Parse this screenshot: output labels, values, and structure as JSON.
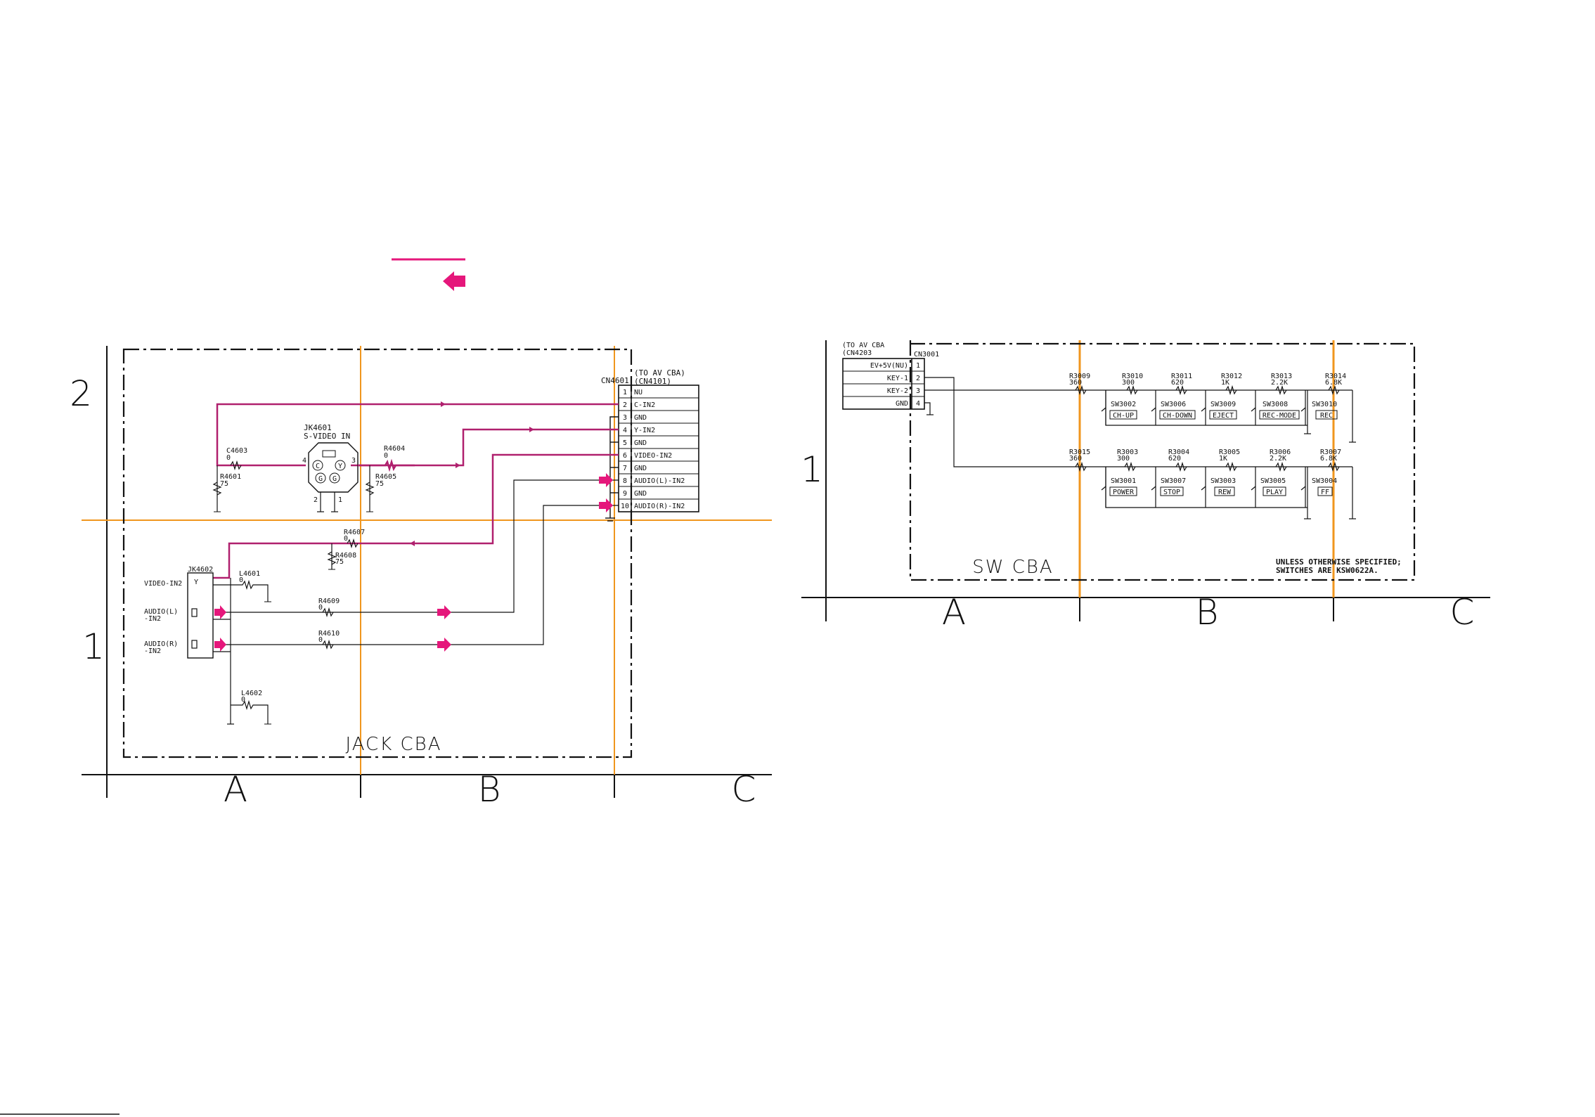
{
  "legend": {
    "signal_line": "",
    "signal_arrow": ""
  },
  "jack_cba": {
    "title": "JACK CBA",
    "rows": [
      "2",
      "1"
    ],
    "cols": [
      "A",
      "B",
      "C"
    ],
    "connector": {
      "ref": "CN4601",
      "dest_line1": "(TO AV CBA)",
      "dest_line2": "(CN4101)",
      "pins": [
        {
          "num": "1",
          "name": "NU"
        },
        {
          "num": "2",
          "name": "C-IN2"
        },
        {
          "num": "3",
          "name": "GND"
        },
        {
          "num": "4",
          "name": "Y-IN2"
        },
        {
          "num": "5",
          "name": "GND"
        },
        {
          "num": "6",
          "name": "VIDEO-IN2"
        },
        {
          "num": "7",
          "name": "GND"
        },
        {
          "num": "8",
          "name": "AUDIO(L)-IN2"
        },
        {
          "num": "9",
          "name": "GND"
        },
        {
          "num": "10",
          "name": "AUDIO(R)-IN2"
        }
      ]
    },
    "svideo": {
      "ref": "JK4601",
      "name": "S-VIDEO IN",
      "pin_c": "C",
      "pin_y": "Y",
      "pin_g1": "G",
      "pin_g2": "G",
      "p2": "2",
      "p1": "1",
      "p3": "3",
      "p4": "4"
    },
    "jk4602": {
      "ref": "JK4602",
      "video": "VIDEO-IN2",
      "audio_l_1": "AUDIO(L)",
      "audio_l_2": "-IN2",
      "audio_r_1": "AUDIO(R)",
      "audio_r_2": "-IN2",
      "jy": "Y"
    },
    "parts": {
      "c4603": {
        "ref": "C4603",
        "val": "0"
      },
      "r4601": {
        "ref": "R4601",
        "val": "75"
      },
      "r4604": {
        "ref": "R4604",
        "val": "0"
      },
      "r4605": {
        "ref": "R4605",
        "val": "75"
      },
      "r4607": {
        "ref": "R4607",
        "val": "0"
      },
      "r4608": {
        "ref": "R4608",
        "val": "75"
      },
      "l4601": {
        "ref": "L4601",
        "val": "0"
      },
      "r4609": {
        "ref": "R4609",
        "val": "0"
      },
      "r4610": {
        "ref": "R4610",
        "val": "0"
      },
      "l4602": {
        "ref": "L4602",
        "val": "0"
      }
    }
  },
  "sw_cba": {
    "title": "SW CBA",
    "rows": [
      "1"
    ],
    "cols": [
      "A",
      "B",
      "C"
    ],
    "connector": {
      "ref": "CN3001",
      "dest_line1": "(TO AV CBA",
      "dest_line2": "(CN4203",
      "pins": [
        {
          "num": "1",
          "name": "EV+5V(NU)"
        },
        {
          "num": "2",
          "name": "KEY-1"
        },
        {
          "num": "3",
          "name": "KEY-2"
        },
        {
          "num": "4",
          "name": "GND"
        }
      ]
    },
    "row1_resistors": [
      {
        "ref": "R3009",
        "val": "360"
      },
      {
        "ref": "R3010",
        "val": "300"
      },
      {
        "ref": "R3011",
        "val": "620"
      },
      {
        "ref": "R3012",
        "val": "1K"
      },
      {
        "ref": "R3013",
        "val": "2.2K"
      },
      {
        "ref": "R3014",
        "val": "6.8K"
      }
    ],
    "row1_switches": [
      {
        "ref": "SW3002",
        "label": "CH-UP"
      },
      {
        "ref": "SW3006",
        "label": "CH-DOWN"
      },
      {
        "ref": "SW3009",
        "label": "EJECT"
      },
      {
        "ref": "SW3008",
        "label": "REC-MODE"
      },
      {
        "ref": "SW3010",
        "label": "REC"
      }
    ],
    "row2_resistors": [
      {
        "ref": "R3015",
        "val": "360"
      },
      {
        "ref": "R3003",
        "val": "300"
      },
      {
        "ref": "R3004",
        "val": "620"
      },
      {
        "ref": "R3005",
        "val": "1K"
      },
      {
        "ref": "R3006",
        "val": "2.2K"
      },
      {
        "ref": "R3007",
        "val": "6.8K"
      }
    ],
    "row2_switches": [
      {
        "ref": "SW3001",
        "label": "POWER"
      },
      {
        "ref": "SW3007",
        "label": "STOP"
      },
      {
        "ref": "SW3003",
        "label": "REW"
      },
      {
        "ref": "SW3005",
        "label": "PLAY"
      },
      {
        "ref": "SW3004",
        "label": "FF"
      }
    ],
    "note_line1": "UNLESS OTHERWISE SPECIFIED;",
    "note_line2": "SWITCHES ARE KSW0622A."
  },
  "colors": {
    "signal": "#b0206e",
    "arrow": "#e5177b",
    "grid": "#f0961e",
    "line": "#111111"
  }
}
